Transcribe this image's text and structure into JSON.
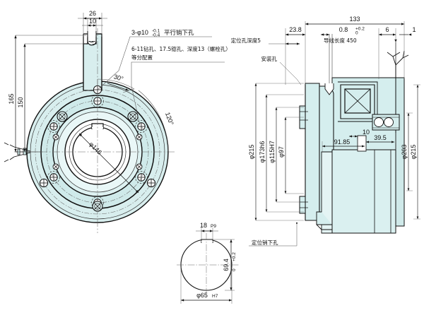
{
  "drawing": {
    "title": "Electromagnetic clutch/brake assembly drawing",
    "sheet_size": "600x453",
    "colors": {
      "fill_section": "#d5eeee",
      "fill_light": "#e8f6f6",
      "line": "#1a1a1a",
      "thin_line": "#555555",
      "background": "#ffffff"
    }
  },
  "front_view": {
    "name": "front-elevation-circular-flange",
    "dimensions": {
      "top_width_outer": "26",
      "top_width_inner": "10",
      "height_outer": "165",
      "height_inner": "150",
      "bore_circle": "φ146",
      "angle_small": "30°",
      "angle_large": "120°"
    },
    "notes": [
      "3-φ10  平行销下孔",
      "6-11钻孔、17.5锗孔、深度13（螺栓孔）",
      "等分配置"
    ],
    "tolerance_upper": "-0.1",
    "tolerance_lower": "-0.4"
  },
  "section_view": {
    "name": "right-cross-section",
    "horizontal_dimensions": {
      "overall": "133",
      "flange_offset": "23.8",
      "gap": "0.8",
      "gap_tol_upper": "+0.2",
      "gap_tol_lower": "0",
      "right_step": "6",
      "edge": "1",
      "inner_length": "91.85",
      "hub_a": "10",
      "hub_b": "39.5"
    },
    "vertical_dimensions": [
      "φ215",
      "φ173h6",
      "φ115H7",
      "φ97",
      "φ203",
      "φ215"
    ],
    "notes": [
      "定位孔深度5",
      "安装孔",
      "导线长度 450"
    ]
  },
  "detail_view": {
    "name": "locating-pin-hole-detail",
    "label": "定位销下孔",
    "keyway_width": "18",
    "keyway_fit": "P9",
    "height": "69.4",
    "height_tol_upper": "+0.2",
    "height_tol_lower": "0",
    "bore": "φ65",
    "bore_fit": "H7"
  }
}
